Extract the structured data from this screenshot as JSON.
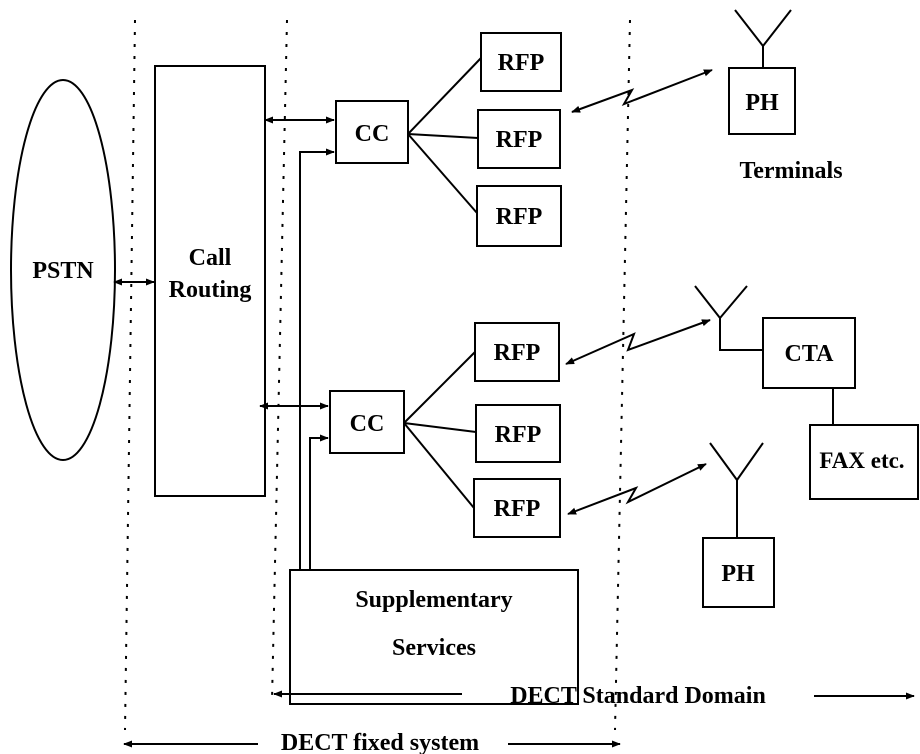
{
  "labels": {
    "pstn": "PSTN",
    "call_routing_line1": "Call",
    "call_routing_line2": "Routing",
    "cc": "CC",
    "rfp": "RFP",
    "ph": "PH",
    "terminals": "Terminals",
    "cta": "CTA",
    "fax": "FAX etc.",
    "supp_line1": "Supplementary",
    "supp_line2": "Services",
    "dect_standard_domain": "DECT Standard Domain",
    "dect_fixed_system": "DECT fixed system"
  }
}
